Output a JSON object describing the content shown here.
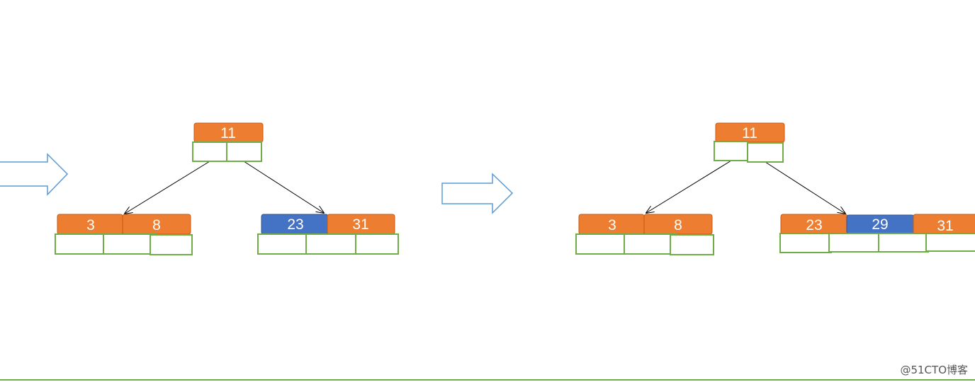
{
  "colors": {
    "key_orange": "#ED7D31",
    "key_blue": "#4472C4",
    "pointer_green": "#70AD47",
    "arrow_outline": "#5B9BD5",
    "edge": "#000000"
  },
  "trees": [
    {
      "root": {
        "keys": [
          {
            "label": "11",
            "highlight": false
          }
        ]
      },
      "children": [
        {
          "keys": [
            {
              "label": "3",
              "highlight": false
            },
            {
              "label": "8",
              "highlight": false
            }
          ]
        },
        {
          "keys": [
            {
              "label": "23",
              "highlight": true
            },
            {
              "label": "31",
              "highlight": false
            }
          ]
        }
      ]
    },
    {
      "root": {
        "keys": [
          {
            "label": "11",
            "highlight": false
          }
        ]
      },
      "children": [
        {
          "keys": [
            {
              "label": "3",
              "highlight": false
            },
            {
              "label": "8",
              "highlight": false
            }
          ]
        },
        {
          "keys": [
            {
              "label": "23",
              "highlight": false
            },
            {
              "label": "29",
              "highlight": true
            },
            {
              "label": "31",
              "highlight": false
            }
          ]
        }
      ]
    }
  ],
  "watermark": "@51CTO博客"
}
